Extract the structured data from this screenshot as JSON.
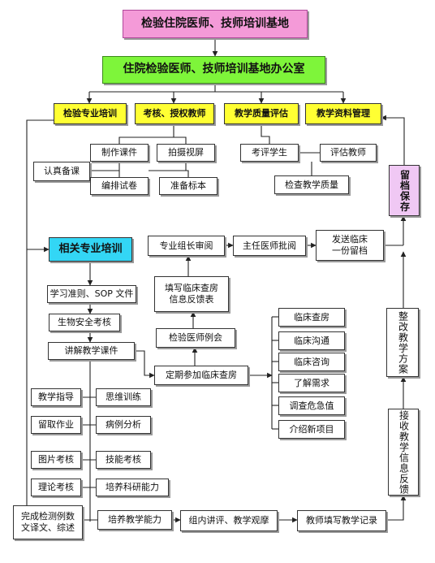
{
  "colors": {
    "pink": "#f49ad8",
    "green": "#7ef53a",
    "yellow": "#ffff33",
    "cyan": "#33d6f5",
    "lavender": "#f0c8f4",
    "line": "#222222"
  },
  "nodes": {
    "base": "检验住院医师、技师培训基地",
    "office": "住院检验医师、技师培训基地办公室",
    "cat_training": "检验专业培训",
    "cat_assess": "考核、授权教师",
    "cat_quality": "教学质量评估",
    "cat_materials": "教学资料管理",
    "make_courseware": "制作课件",
    "video": "拍摄视屏",
    "prepare_lessons": "认真备课",
    "arrange_exam": "编排试卷",
    "answer_key": "准备标本",
    "evaluate_students": "考评学生",
    "evaluate_teachers": "评估教师",
    "check_quality": "检查教学质量",
    "archive": "留档保存",
    "related_training": "相关专业培训",
    "sop": "学习准则、SOP 文件",
    "biosafety": "生物安全考核",
    "lecture": "讲解教学课件",
    "group_review": "专业组长审阅",
    "director_approve": "主任医师批阅",
    "send_clinic": "发送临床\n一份留档",
    "fill_form": "填写临床查房\n信息反馈表",
    "lab_meeting": "检验医师例会",
    "rounds": "定期参加临床查房",
    "clinic_rounds": "临床查房",
    "clinic_comm": "临床沟通",
    "clinic_consult": "临床咨询",
    "needs": "了解需求",
    "critical_values": "调查危急值",
    "new_projects": "介绍新项目",
    "rectify": "整改教学方案",
    "receive_feedback": "接收教学信息反馈",
    "teach_guidance": "教学指导",
    "thinking_training": "思维训练",
    "homework": "留取作业",
    "case_analysis": "病例分析",
    "image_exam": "图片考核",
    "skill_exam": "技能考核",
    "theory_exam": "理论考核",
    "research_ability": "培养科研能力",
    "translate": "完成检测例数\n文译文、综述",
    "teaching_ability": "培养教学能力",
    "group_lecture": "组内讲评、教学观摩",
    "teacher_record": "教师填写教学记录"
  }
}
